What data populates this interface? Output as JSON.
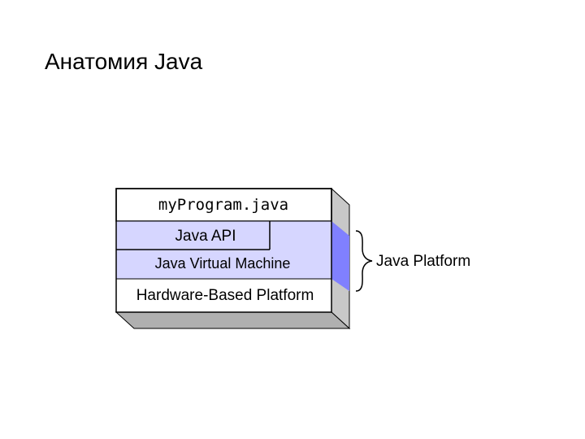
{
  "title": "Анатомия Java",
  "diagram": {
    "layers": {
      "program": "myProgram.java",
      "api": "Java API",
      "jvm": "Java Virtual Machine",
      "hardware": "Hardware-Based Platform"
    },
    "platform_label": "Java Platform"
  },
  "colors": {
    "layer_fill": "#d6d6ff",
    "white_fill": "#ffffff",
    "side_accent": "#8080ff",
    "side_gray": "#c8c8c8",
    "shadow_gray": "#b0b0b0",
    "outline": "#000000"
  }
}
